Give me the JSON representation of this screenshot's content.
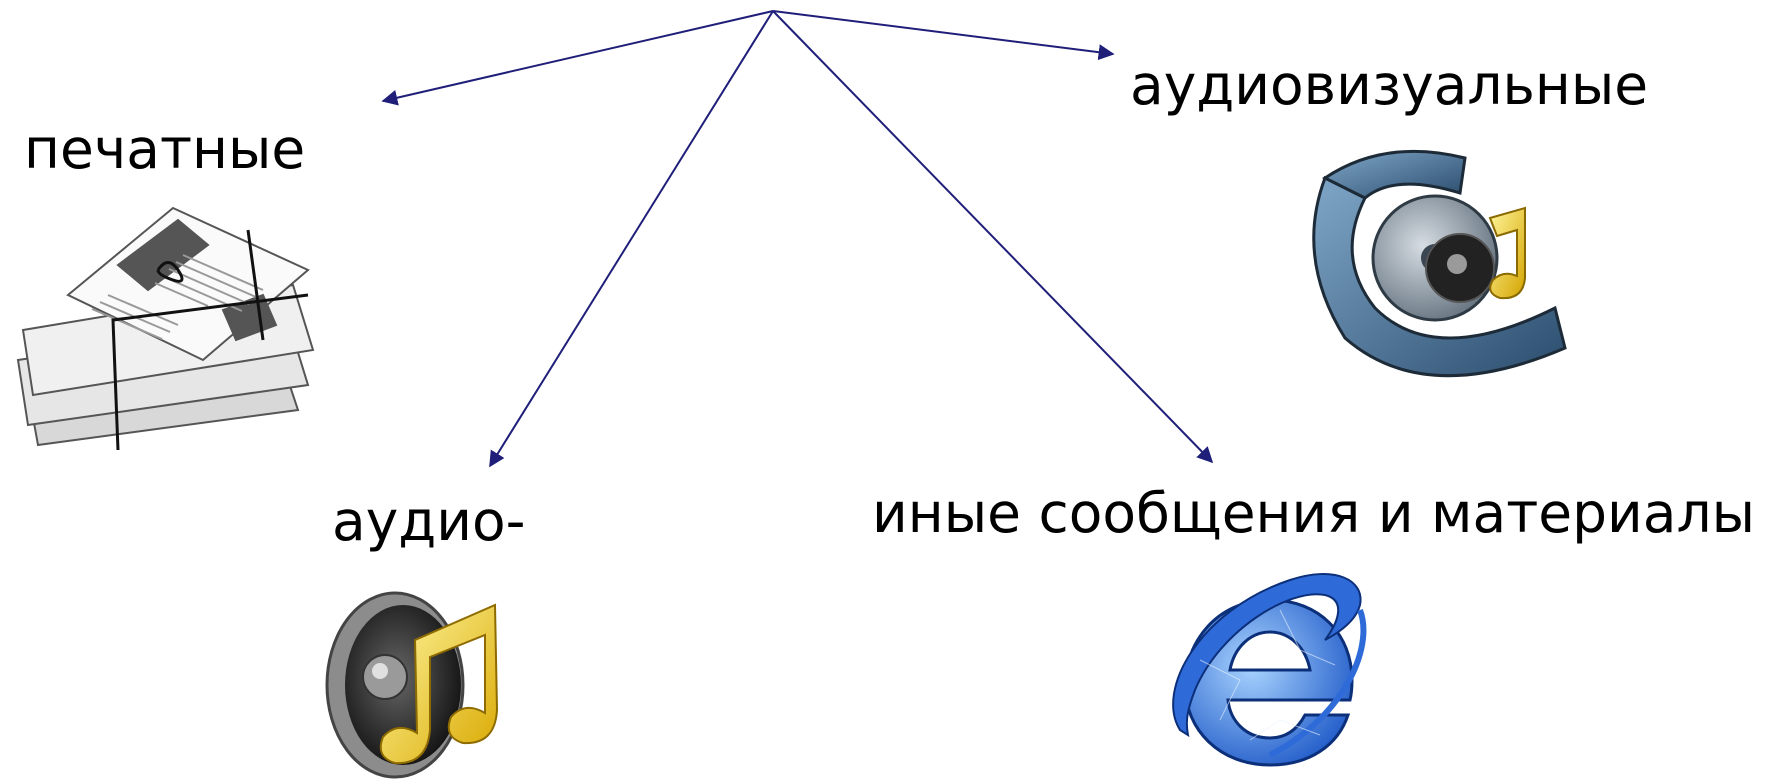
{
  "diagram": {
    "categories": [
      {
        "id": "print",
        "label": "печатные",
        "icon": "newspaper-bundle-icon"
      },
      {
        "id": "audiovisual",
        "label": "аудиовизуальные",
        "icon": "film-reel-icon"
      },
      {
        "id": "audio",
        "label": "аудио-",
        "icon": "speaker-note-icon"
      },
      {
        "id": "other",
        "label": "иные сообщения и материалы",
        "icon": "internet-explorer-icon"
      }
    ],
    "arrow_color": "#1f1f7a"
  }
}
